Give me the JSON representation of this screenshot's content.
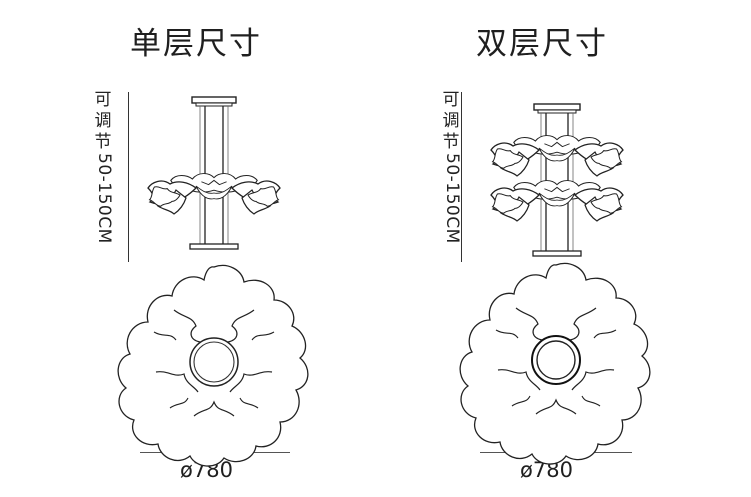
{
  "single": {
    "title": "单层尺寸",
    "adjust_cjk": [
      "可",
      "调",
      "节"
    ],
    "adjust_range": "50-150CM",
    "diameter": "ø780"
  },
  "double": {
    "title": "双层尺寸",
    "adjust_cjk": [
      "可",
      "调",
      "节"
    ],
    "adjust_range": "50-150CM",
    "diameter": "ø780"
  }
}
